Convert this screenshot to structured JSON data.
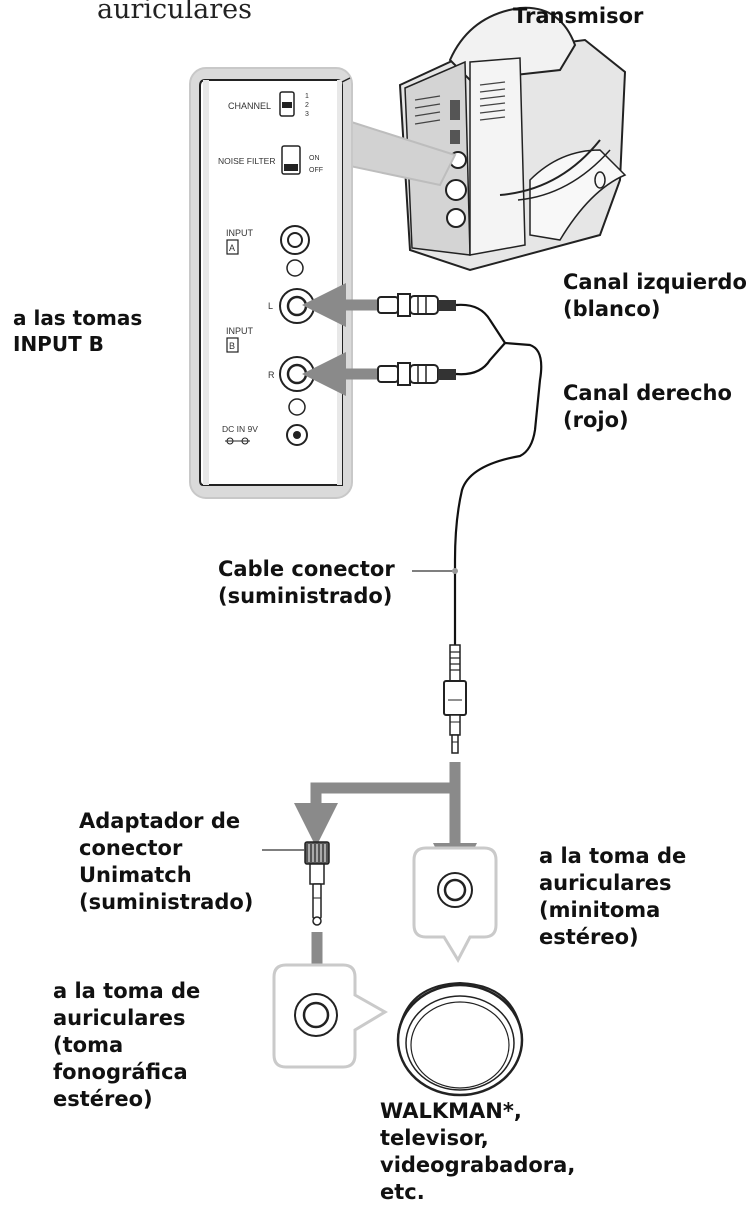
{
  "header": {
    "partial_title": "auriculares",
    "transmitter": "Transmisor"
  },
  "panel": {
    "channel_label": "CHANNEL",
    "channel_positions": [
      "1",
      "2",
      "3"
    ],
    "noise_filter_label": "NOISE FILTER",
    "noise_on": "ON",
    "noise_off": "OFF",
    "input_a_1": "INPUT",
    "input_a_2": "A",
    "input_b_1": "INPUT",
    "input_b_2": "B",
    "jack_l": "L",
    "jack_r": "R",
    "dc_in": "DC IN 9V"
  },
  "labels": {
    "input_b": [
      "a las tomas",
      "INPUT B"
    ],
    "left_channel": [
      "Canal izquierdo",
      "(blanco)"
    ],
    "right_channel": [
      "Canal derecho",
      "(rojo)"
    ],
    "cable": [
      "Cable conector",
      "(suministrado)"
    ],
    "adaptor": [
      "Adaptador de",
      "conector",
      "Unimatch",
      "(suministrado)"
    ],
    "mini_jack": [
      "a la toma de",
      "auriculares",
      "(minitoma",
      "estéreo)"
    ],
    "phone_jack": [
      "a la toma de",
      "auriculares",
      "(toma",
      "fonográfica",
      "estéreo)"
    ],
    "devices": [
      "WALKMAN*,",
      "televisor,",
      "videograbadora,",
      "etc."
    ]
  }
}
